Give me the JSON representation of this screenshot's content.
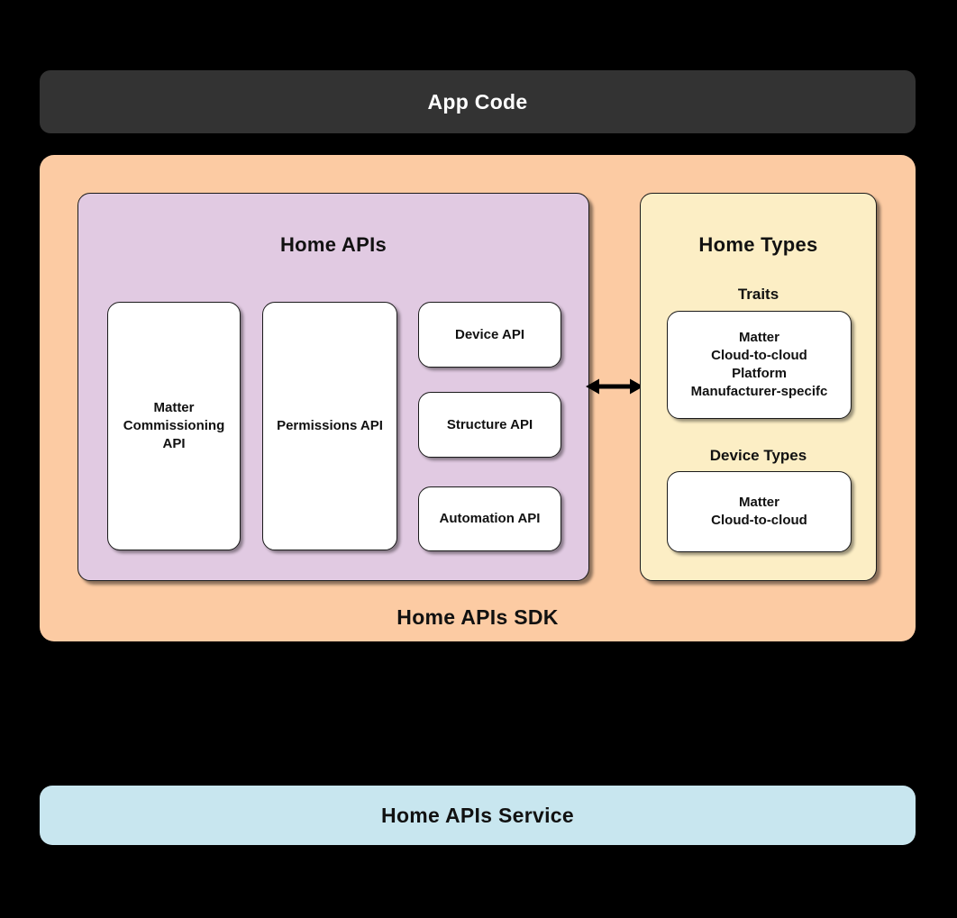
{
  "colors": {
    "background": "#000000",
    "app_code_bg": "#333333",
    "app_code_text": "#ffffff",
    "sdk_bg": "#FCCBA3",
    "home_apis_bg": "#E1CAE2",
    "home_types_bg": "#FCEEC5",
    "card_bg": "#ffffff",
    "service_bg": "#C8E6EF",
    "text": "#111111"
  },
  "app_code": {
    "label": "App Code"
  },
  "sdk": {
    "label": "Home APIs SDK",
    "home_apis": {
      "title": "Home APIs",
      "cards": {
        "matter_commissioning": "Matter Commissioning API",
        "permissions": "Permissions API",
        "device": "Device API",
        "structure": "Structure API",
        "automation": "Automation API"
      }
    },
    "arrow": "bidirectional",
    "home_types": {
      "title": "Home Types",
      "traits": {
        "heading": "Traits",
        "items": [
          "Matter",
          "Cloud-to-cloud",
          "Platform",
          "Manufacturer-specifc"
        ]
      },
      "device_types": {
        "heading": "Device Types",
        "items": [
          "Matter",
          "Cloud-to-cloud"
        ]
      }
    }
  },
  "service": {
    "label": "Home APIs Service"
  }
}
